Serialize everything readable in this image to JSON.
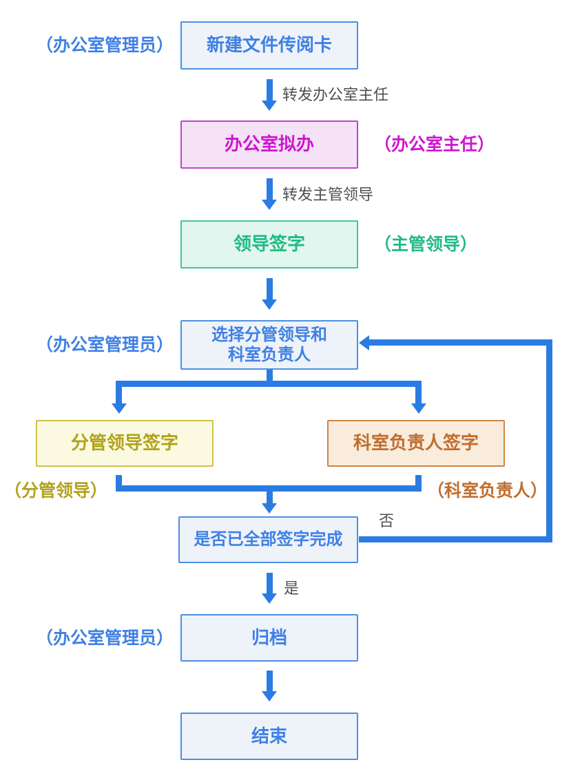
{
  "diagram": {
    "type": "flowchart",
    "background": "#ffffff",
    "arrow_color": "#2a7ce2",
    "nodes": [
      {
        "id": "create-card",
        "label": "新建文件传阅卡",
        "actor": "（办公室管理员）",
        "style": "blue"
      },
      {
        "id": "office-draft",
        "label": "办公室拟办",
        "actor": "（办公室主任）",
        "style": "magenta"
      },
      {
        "id": "leader-sign",
        "label": "领导签字",
        "actor": "（主管领导）",
        "style": "green"
      },
      {
        "id": "select-leaders",
        "label": "选择分管领导和科室负责人",
        "label_line1": "选择分管领导和",
        "label_line2": "科室负责人",
        "actor": "（办公室管理员）",
        "style": "blue"
      },
      {
        "id": "deputy-leader-sign",
        "label": "分管领导签字",
        "actor": "（分管领导）",
        "style": "yellow"
      },
      {
        "id": "dept-head-sign",
        "label": "科室负责人签字",
        "actor": "（科室负责人）",
        "style": "orange"
      },
      {
        "id": "all-signed-check",
        "label": "是否已全部签字完成",
        "style": "blue"
      },
      {
        "id": "archive",
        "label": "归档",
        "actor": "（办公室管理员）",
        "style": "blue"
      },
      {
        "id": "end",
        "label": "结束",
        "style": "blue"
      }
    ],
    "edges": [
      {
        "from": "create-card",
        "to": "office-draft",
        "label": "转发办公室主任"
      },
      {
        "from": "office-draft",
        "to": "leader-sign",
        "label": "转发主管领导"
      },
      {
        "from": "leader-sign",
        "to": "select-leaders",
        "label": ""
      },
      {
        "from": "select-leaders",
        "to": "deputy-leader-sign",
        "label": ""
      },
      {
        "from": "select-leaders",
        "to": "dept-head-sign",
        "label": ""
      },
      {
        "from": "deputy-leader-sign",
        "to": "all-signed-check",
        "label": ""
      },
      {
        "from": "dept-head-sign",
        "to": "all-signed-check",
        "label": ""
      },
      {
        "from": "all-signed-check",
        "to": "select-leaders",
        "label": "否"
      },
      {
        "from": "all-signed-check",
        "to": "archive",
        "label": "是"
      },
      {
        "from": "archive",
        "to": "end",
        "label": ""
      }
    ],
    "palette": {
      "blue": {
        "background": "#eef2f9",
        "border": "#4a90e2",
        "text": "#3f80e4"
      },
      "magenta": {
        "background": "#f5e2f7",
        "border": "#bf42cd",
        "text": "#cf15cf"
      },
      "green": {
        "background": "#e1f6ee",
        "border": "#3fc795",
        "text": "#1fbb83"
      },
      "yellow": {
        "background": "#fbfae1",
        "border": "#d0c146",
        "text": "#b1a21c"
      },
      "orange": {
        "background": "#f9ecdc",
        "border": "#ce8542",
        "text": "#bf6e2f"
      },
      "edge_label_text": "#4f4f4f"
    }
  }
}
